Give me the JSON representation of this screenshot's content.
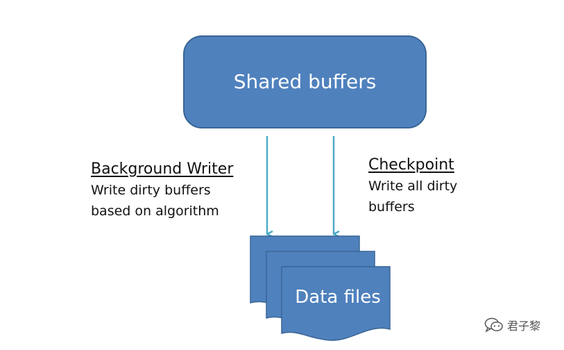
{
  "colors": {
    "box_fill": "#4f81bd",
    "box_stroke": "#3a6595",
    "arrow": "#4bacc6",
    "text_on_box": "#ffffff",
    "caption_text": "#111111"
  },
  "shared_buffers": {
    "label": "Shared buffers"
  },
  "data_files": {
    "label": "Data files"
  },
  "background_writer": {
    "heading": "Background Writer",
    "lines": [
      "Write dirty buffers",
      "based on algorithm"
    ]
  },
  "checkpoint": {
    "heading": "Checkpoint",
    "lines": [
      "Write all dirty",
      "buffers"
    ]
  },
  "watermark": {
    "icon": "wechat-icon",
    "text": "君子黎"
  }
}
